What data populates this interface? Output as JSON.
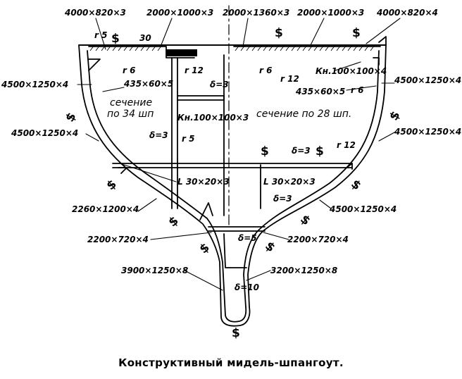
{
  "plates": {
    "top_left": "4000×820×3",
    "top_mid_left": "2000×1000×3",
    "top_mid_right": "2000×1360×3",
    "top_right_mid": "2000×1000×3",
    "top_right": "4000×820×4",
    "side_left_upper": "4500×1250×4",
    "side_right_upper": "4500×1250×4",
    "side_left_lower": "4500×1250×4",
    "side_right_lower": "4500×1250×4",
    "bottom_left": "2260×1200×4",
    "bottom_right": "4500×1250×4",
    "garboard_left": "2200×720×4",
    "garboard_right": "2200×720×4",
    "keel_left": "3900×1250×8",
    "keel_right": "3200×1250×8"
  },
  "profiles": {
    "frame_left": "435×60×5",
    "frame_right": "435×60×5",
    "bracket_mid": "Кн.100×100×3",
    "bracket_right": "Кн.100×100×4",
    "angle_left": "L 30×20×3",
    "angle_right": "L 30×20×3"
  },
  "radii": {
    "r5_top": "r 5",
    "r6_left": "r 6",
    "r12_mid": "r 12",
    "r6_center": "r 6",
    "r12_center": "r 12",
    "r6_right": "r 6",
    "r5_mid": "r 5",
    "r12_floor": "r 12"
  },
  "thickness": {
    "d3_upper": "δ=3",
    "d3_bulkhead": "δ=3",
    "d3_floor": "δ=3",
    "d3_keel_web": "δ=3",
    "d5": "δ=5",
    "d10": "δ=10"
  },
  "dims": {
    "gap30": "30"
  },
  "sections": {
    "left": [
      "сечение",
      "по 34 шп"
    ],
    "right": "сечение по 28 шп."
  },
  "weld_symbol": "$",
  "caption": "Конструктивный мидель-шпангоут."
}
